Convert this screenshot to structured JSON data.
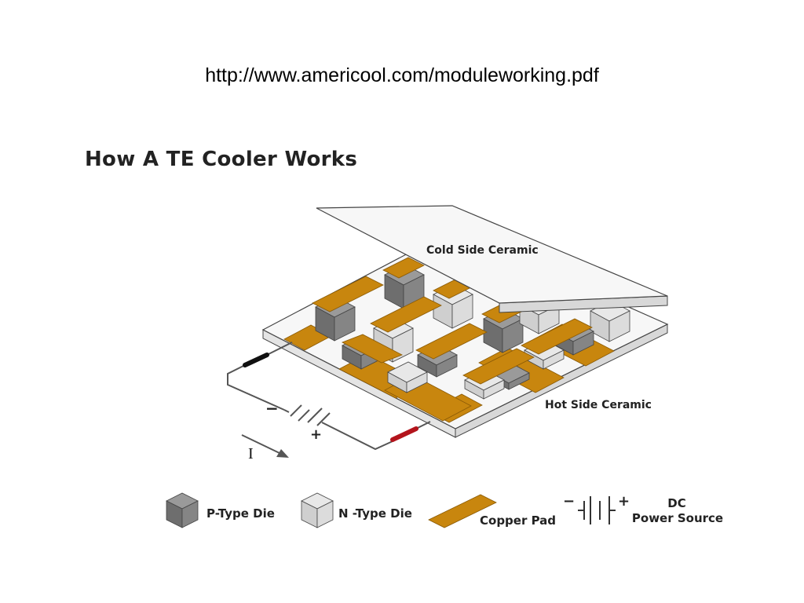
{
  "header": {
    "url": "http://www.americool.com/moduleworking.pdf"
  },
  "diagram": {
    "title": "How A TE Cooler Works",
    "labels": {
      "cold_side": "Cold Side Ceramic",
      "hot_side": "Hot Side Ceramic",
      "minus": "−",
      "plus": "+",
      "current": "I"
    }
  },
  "legend": {
    "p_type": "P-Type Die",
    "n_type": "N -Type Die",
    "copper": "Copper Pad",
    "minus": "−",
    "plus": "+",
    "dc_line1": "DC",
    "dc_line2": "Power Source"
  },
  "colors": {
    "copper": "#c8860e",
    "p_die": "#7a7a7a",
    "n_die": "#d6d6d6",
    "ceramic": "#f7f7f7",
    "wire": "#555555",
    "black_lead": "#111111",
    "red_lead": "#b3141c"
  }
}
